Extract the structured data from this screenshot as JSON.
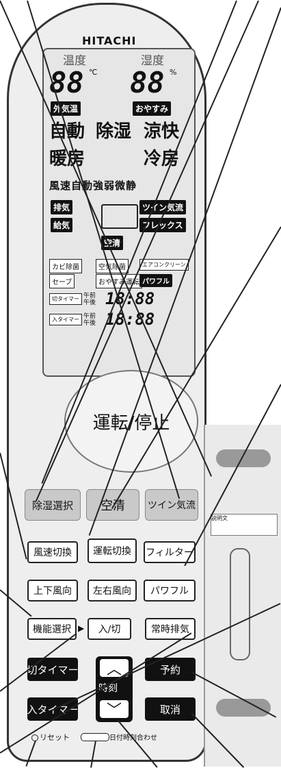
{
  "brand": "HITACHI",
  "lcd": {
    "temp_label": "温度",
    "humidity_label": "湿度",
    "temp_digits": "88",
    "temp_unit": "℃",
    "humidity_digits": "88",
    "humidity_unit": "%",
    "outside_temp": "外気温",
    "oyasumi": "おやすみ",
    "mode_auto": "自動",
    "mode_dehum": "除湿",
    "mode_cool_comfort": "涼快",
    "mode_heat": "暖房",
    "mode_cool": "冷房",
    "fan_row": "風速自動強弱微静",
    "exhaust": "排気",
    "supply": "給気",
    "twin_flow": "ツイン気流",
    "flex_flow": "フレックス",
    "clean": "空清",
    "timer_off": "切タイマー",
    "timer_on": "入タイマー",
    "time_digits_1": "18:88",
    "time_digits_2": "18:88",
    "time_am": "午前",
    "time_pm": "午後",
    "small_modes": [
      "カビ除菌",
      "空気除菌",
      "エアコンクリーン",
      "セーブ",
      "おやすみ運転",
      "パワフル"
    ]
  },
  "buttons": {
    "run_stop": "運転/停止",
    "dehum_select": "除湿選択",
    "air_clean": "空清",
    "twin_flow": "ツイン気流",
    "fan_speed": "風速切換",
    "mode_switch": "運転切換",
    "filter": "フィルター",
    "vertical_flow": "上下風向",
    "horizontal_flow": "左右風向",
    "powerful": "パワフル",
    "function_select": "機能選択",
    "on_off": "入/切",
    "constant_exhaust": "常時排気",
    "off_timer": "切タイマー",
    "on_timer": "入タイマー",
    "time_label": "時刻",
    "reserve": "予約",
    "cancel": "取消",
    "reset": "リセット",
    "clock_set": "日付時刻合わせ"
  },
  "side_panel": {
    "note": "説明文"
  }
}
